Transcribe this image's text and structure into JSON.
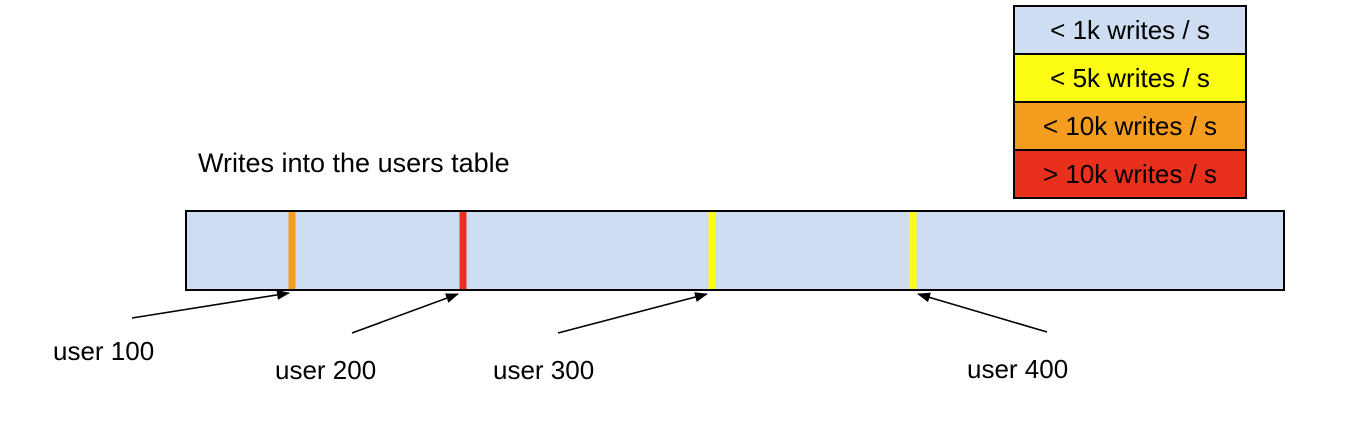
{
  "title": "Writes into the users table",
  "legend": {
    "items": [
      {
        "label": "< 1k writes / s",
        "color": "#CEDDF1"
      },
      {
        "label": "< 5k writes / s",
        "color": "#FBFB14"
      },
      {
        "label": "< 10k writes / s",
        "color": "#F49D1E"
      },
      {
        "label": "> 10k writes / s",
        "color": "#E8301D"
      }
    ]
  },
  "bar": {
    "fill": "#CEDDF1",
    "border": "#000000",
    "base_rate_category": "< 1k writes / s"
  },
  "markers": [
    {
      "label": "user 100",
      "category": "< 10k writes / s",
      "color": "#F49D1E",
      "position_pct": 9.6
    },
    {
      "label": "user 200",
      "category": "> 10k writes / s",
      "color": "#E8301D",
      "position_pct": 25.2
    },
    {
      "label": "user 300",
      "category": "< 5k writes / s",
      "color": "#FBFB14",
      "position_pct": 47.9
    },
    {
      "label": "user 400",
      "category": "< 5k writes / s",
      "color": "#FBFB14",
      "position_pct": 66.2
    }
  ]
}
